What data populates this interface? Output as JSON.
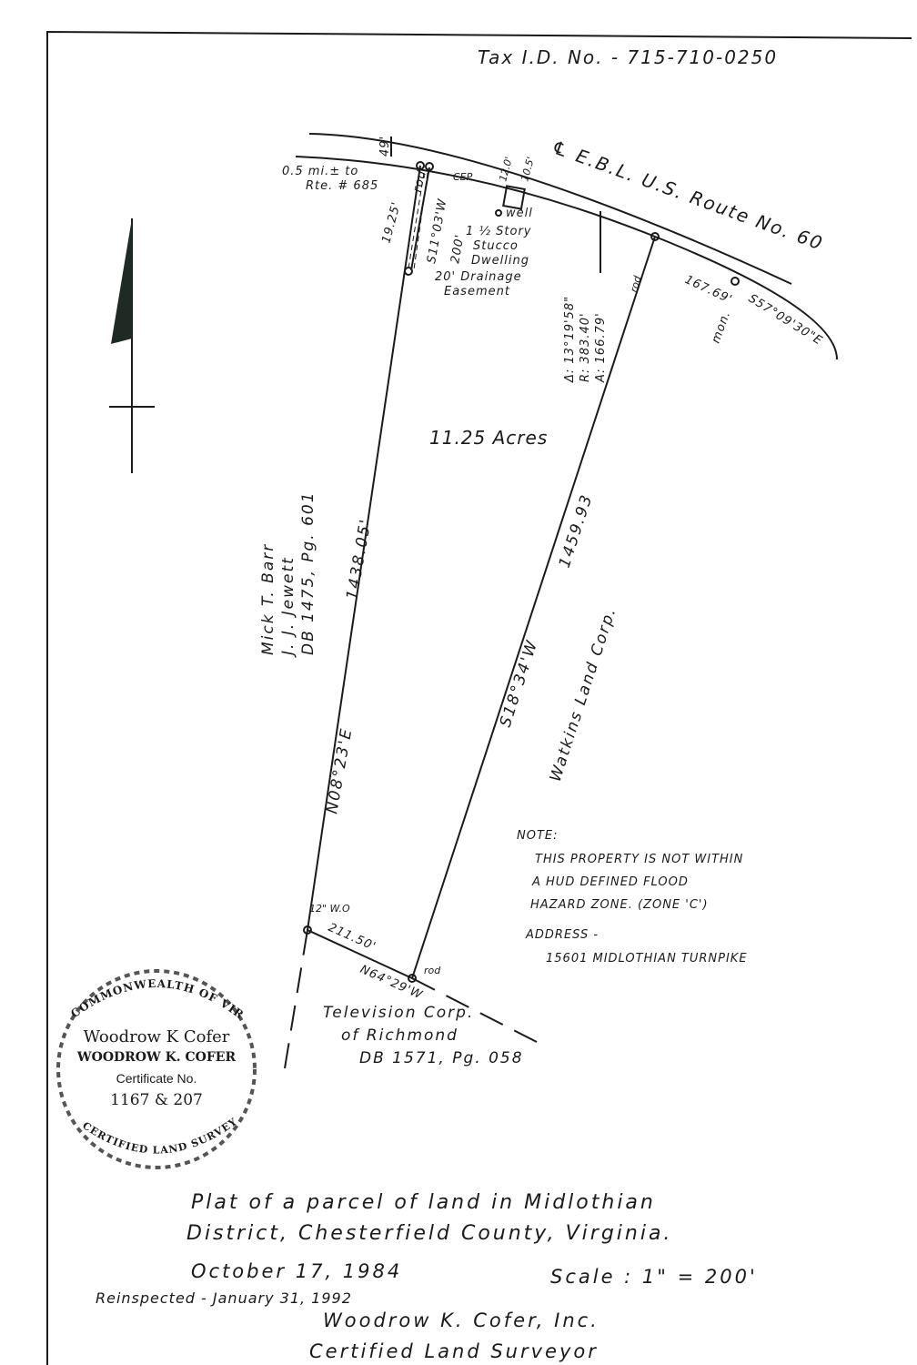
{
  "header": {
    "tax_id": "Tax I.D. No. - 715-710-0250"
  },
  "road": {
    "centerline": "℄ E.B.L. U.S. Route No. 60",
    "width": "49'",
    "direction_note_1": "0.5 mi.± to",
    "direction_note_2": "Rte. # 685",
    "cep": "CEP",
    "offset_1": "12.0'",
    "offset_2": "10.5'",
    "frontage": "167.69'",
    "bearing": "S57°09'30\"E",
    "monument": "mon.",
    "curve": {
      "delta": "Δ: 13°19'58\"",
      "radius": "R: 383.40'",
      "arc": "A: 166.79'"
    }
  },
  "features": {
    "rod_label": "rod",
    "rod_offset": "19.25'",
    "easement_bearing": "S11°03'W",
    "easement_length": "200'",
    "easement": [
      "20' Drainage",
      "Easement"
    ],
    "well": "well",
    "dwelling": [
      "1 ½ Story",
      "Stucco",
      "Dwelling"
    ],
    "acreage": "11.25 Acres",
    "corner_label": "12\" W.O",
    "rod_label_bottom": "rod"
  },
  "lines": {
    "west_bearing": "N08°23'E",
    "west_length": "1438.05'",
    "east_bearing": "S18°34'W",
    "east_length": "1459.93",
    "south_length": "211.50'",
    "south_bearing": "N64°29'W"
  },
  "adjoiners": {
    "west": [
      "Mick T. Barr",
      "J. J. Jewett",
      "DB 1475, Pg. 601"
    ],
    "east": "Watkins Land Corp.",
    "south": [
      "Television Corp.",
      "of Richmond",
      "DB 1571, Pg. 058"
    ]
  },
  "note": {
    "title": "NOTE:",
    "lines": [
      "THIS PROPERTY IS NOT WITHIN",
      "A HUD DEFINED FLOOD",
      "HAZARD ZONE. (ZONE 'C')"
    ],
    "address_label": "ADDRESS -",
    "address": "15601 MIDLOTHIAN TURNPIKE"
  },
  "seal": {
    "top": "COMMONWEALTH OF VIRGINIA",
    "bottom": "CERTIFIED LAND SURVEYOR",
    "signature": "Woodrow K Cofer",
    "name": "WOODROW K. COFER",
    "cert_label": "Certificate No.",
    "cert_no": "1167 & 207"
  },
  "title_block": {
    "line1": "Plat of a parcel of land in Midlothian",
    "line2": "District, Chesterfield County, Virginia.",
    "date": "October 17, 1984",
    "scale": "Scale : 1\" = 200'",
    "reinspected": "Reinspected - January 31, 1992",
    "company": "Woodrow K. Cofer, Inc.",
    "title": "Certified Land Surveyor"
  }
}
